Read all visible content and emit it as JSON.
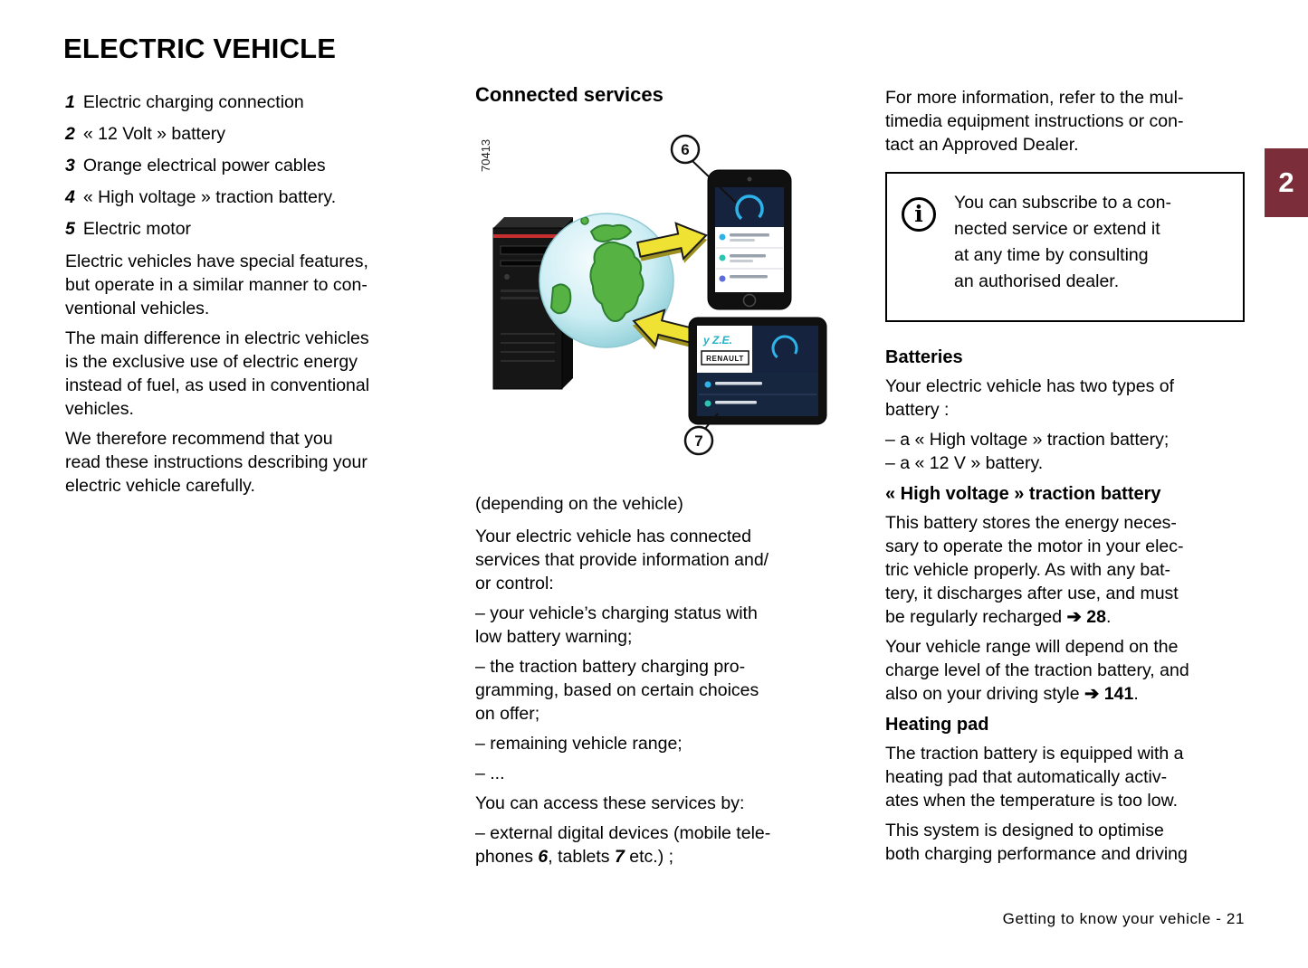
{
  "page": {
    "title": "ELECTRIC VEHICLE",
    "section_tab": "2",
    "footer": "Getting to know your vehicle - 21"
  },
  "left": {
    "items": [
      {
        "num": "1",
        "label": "Electric charging connection"
      },
      {
        "num": "2",
        "label": "« 12 Volt » battery"
      },
      {
        "num": "3",
        "label": "Orange electrical power cables"
      },
      {
        "num": "4",
        "label": "« High voltage » traction battery."
      },
      {
        "num": "5",
        "label": "Electric motor"
      }
    ],
    "paragraphs": {
      "p1": "Electric vehicles have special features,\nbut operate in a similar manner to con-\nventional vehicles.",
      "p2": "The main difference in electric vehicles\nis the exclusive use of electric energy\ninstead of fuel, as used in conventional\nvehicles.",
      "p3": "We therefore recommend that you\nread these instructions describing your\nelectric vehicle carefully."
    }
  },
  "middle": {
    "heading": "Connected services",
    "figure": {
      "code": "70413",
      "callout_phone": "6",
      "callout_tablet": "7",
      "tablet_app": "y Z.E.",
      "tablet_brand": "RENAULT"
    },
    "caption": "(depending on the vehicle)",
    "p_intro": "Your electric vehicle has connected\nservices that provide information and/\nor control:",
    "bullet_1": "– your vehicle’s charging status with\nlow battery warning;",
    "bullet_2": "– the traction battery charging pro-\ngramming, based on certain choices\non offer;",
    "bullet_3": "– remaining vehicle range;",
    "bullet_4": "– ...",
    "p_access": "You can access these services by:",
    "bullet_devices": {
      "a": "– external digital devices (mobile tele-\nphones ",
      "b": "6",
      "c": ", tablets ",
      "d": "7",
      "e": " etc.) ;"
    }
  },
  "right": {
    "p_info": "For more information, refer to the mul-\ntimedia equipment instructions or con-\ntact an Approved Dealer.",
    "note_box": {
      "icon": "i",
      "text": "You can subscribe to a con-\nnected service or extend it\nat any time by consulting\nan authorised dealer."
    },
    "batteries": {
      "heading": "Batteries",
      "p1": "Your electric vehicle has two types of\nbattery :",
      "list": "– a « High voltage » traction battery;\n– a « 12 V » battery."
    },
    "hv_battery": {
      "heading": "« High voltage » traction battery",
      "p1a": "This battery stores the energy neces-\nsary to operate the motor in your elec-\ntric vehicle properly. As with any bat-\ntery, it discharges after use, and must\nbe regularly recharged ",
      "p1b": "➔ 28",
      "p1c": ".",
      "p2a": "Your vehicle range will depend on the\ncharge level of the traction battery, and\nalso on your driving style ",
      "p2b": "➔ 141",
      "p2c": "."
    },
    "heating_pad": {
      "heading": "Heating pad",
      "p1": "The traction battery is equipped with a\nheating pad that automatically activ-\nates when the temperature is too low.",
      "p2": "This system is designed to optimise\nboth charging performance and driving"
    }
  }
}
